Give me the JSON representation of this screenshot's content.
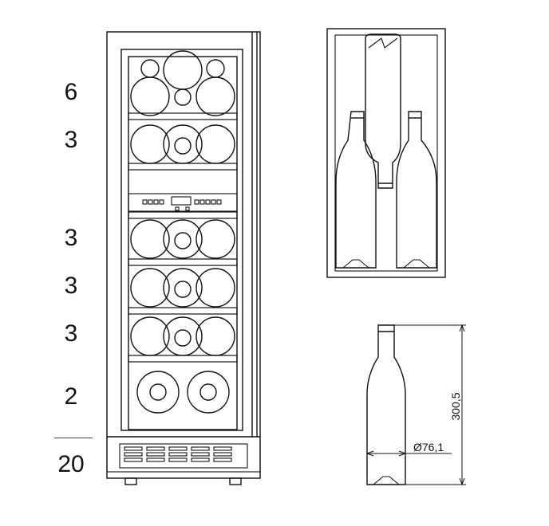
{
  "shelf_counts": [
    {
      "label": "6"
    },
    {
      "label": "3"
    },
    {
      "label": "3"
    },
    {
      "label": "3"
    },
    {
      "label": "3"
    },
    {
      "label": "2"
    }
  ],
  "total": "20",
  "bottle_dims": {
    "height": "300,5",
    "diameter": "Ø76,1"
  },
  "colors": {
    "line": "#111111",
    "background": "#ffffff"
  }
}
